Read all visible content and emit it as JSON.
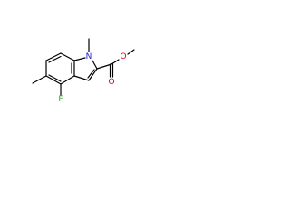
{
  "molecule": {
    "colors": {
      "bond": "#000000",
      "nitrogen": "#1f1fc8",
      "oxygen": "#e00000",
      "fluorine": "#33aa33"
    },
    "atoms": [
      {
        "id": "n1",
        "label": "N",
        "element": "nitrogen"
      },
      {
        "id": "o-carbonyl",
        "label": "O",
        "element": "oxygen"
      },
      {
        "id": "o-ester",
        "label": "O",
        "element": "oxygen"
      },
      {
        "id": "f4",
        "label": "F",
        "element": "fluorine"
      }
    ]
  }
}
